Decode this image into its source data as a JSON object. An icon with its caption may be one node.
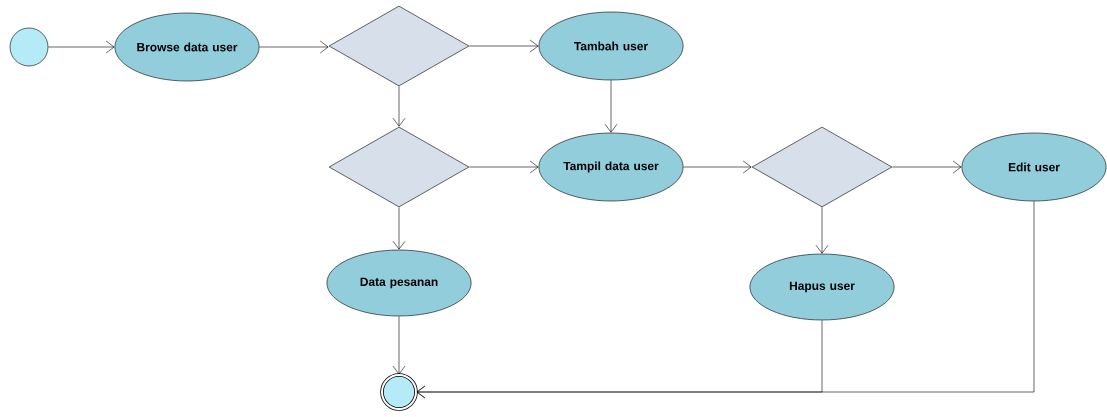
{
  "diagram": {
    "nodes": [
      {
        "text": [],
        "shape": "circle"
      },
      {
        "text": [
          "Browse data user"
        ]
      },
      {
        "text": [],
        "shape": "diamond"
      },
      {
        "text": [
          "Tambah user"
        ]
      },
      {
        "text": [],
        "shape": "diamond"
      },
      {
        "text": [
          "Tampil data user"
        ]
      },
      {
        "text": [],
        "shape": "diamond"
      },
      {
        "text": [
          "Edit user"
        ]
      },
      {
        "text": [
          "Data pesanan"
        ]
      },
      {
        "text": [
          "Hapus user"
        ]
      },
      {
        "text": [],
        "shape": "circle"
      }
    ],
    "edges": [
      {
        "from": 0,
        "to": 1,
        "arrow": "to"
      },
      {
        "from": 1,
        "to": 2,
        "arrow": "to"
      },
      {
        "from": 2,
        "to": 3,
        "arrow": "to"
      },
      {
        "from": 2,
        "to": 4,
        "arrow": "to"
      },
      {
        "from": 3,
        "to": 5,
        "arrow": "to"
      },
      {
        "from": 4,
        "to": 5,
        "arrow": "to"
      },
      {
        "from": 4,
        "to": 8,
        "arrow": "to"
      },
      {
        "from": 5,
        "to": 6,
        "arrow": "to"
      },
      {
        "from": 6,
        "to": 7,
        "arrow": "to"
      },
      {
        "from": 6,
        "to": 9,
        "arrow": "to"
      },
      {
        "from": 8,
        "to": 10,
        "arrow": "to"
      },
      {
        "from": 9,
        "to": 10,
        "arrow": "to"
      },
      {
        "from": 7,
        "to": 10,
        "arrow": "to"
      }
    ]
  }
}
